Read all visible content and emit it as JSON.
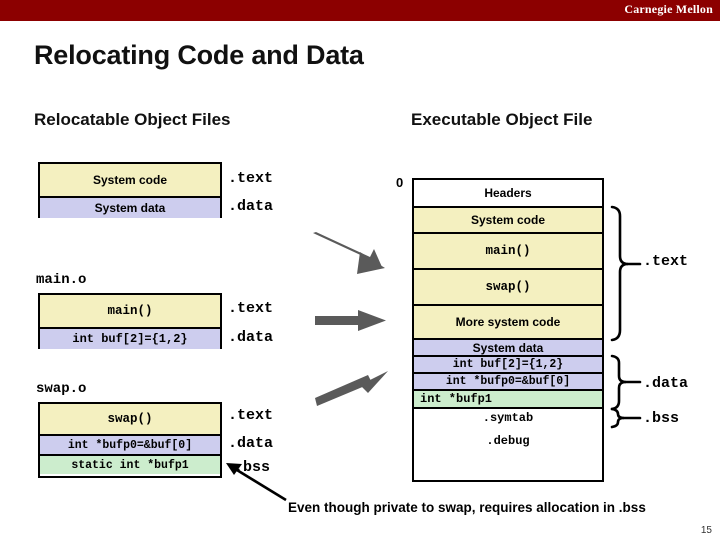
{
  "banner": {
    "brand": "Carnegie Mellon",
    "color": "#8C0000"
  },
  "slide": {
    "title": "Relocating Code and Data",
    "number": "15"
  },
  "columns": {
    "left_heading": "Relocatable Object Files",
    "right_heading": "Executable Object File"
  },
  "palette": {
    "code": "#F4F0C0",
    "data": "#CDCDEE",
    "bss": "#CCEDCD",
    "white": "#FFFFFF",
    "arrow_gray": "#5A5A5A",
    "outline": "#000000"
  },
  "system_obj": {
    "rows": [
      {
        "label": "System code",
        "fill": "code",
        "style": "sans"
      },
      {
        "label": "System data",
        "fill": "data",
        "style": "sans"
      }
    ],
    "section_labels": [
      ".text",
      ".data"
    ]
  },
  "main_obj": {
    "file": "main.o",
    "rows": [
      {
        "label": "main()",
        "fill": "code",
        "style": "mono"
      },
      {
        "label": "int buf[2]={1,2}",
        "fill": "data",
        "style": "mono"
      }
    ],
    "section_labels": [
      ".text",
      ".data"
    ]
  },
  "swap_obj": {
    "file": "swap.o",
    "rows": [
      {
        "label": "swap()",
        "fill": "code",
        "style": "mono"
      },
      {
        "label": "int *bufp0=&buf[0]",
        "fill": "data",
        "style": "mono"
      },
      {
        "label": "static int *bufp1",
        "fill": "bss",
        "style": "mono"
      }
    ],
    "section_labels": [
      ".text",
      ".data",
      ".bss"
    ]
  },
  "executable": {
    "origin_label": "0",
    "rows": [
      {
        "label": "Headers",
        "fill": "white",
        "style": "sans"
      },
      {
        "label": "System code",
        "fill": "code",
        "style": "sans"
      },
      {
        "label": "main()",
        "fill": "code",
        "style": "mono"
      },
      {
        "label": "swap()",
        "fill": "code",
        "style": "mono"
      },
      {
        "label": "More system code",
        "fill": "code",
        "style": "sans"
      },
      {
        "label": "System data",
        "fill": "data",
        "style": "sans"
      },
      {
        "label": "int buf[2]={1,2}",
        "fill": "data",
        "style": "mono"
      },
      {
        "label": "int *bufp0=&buf[0]",
        "fill": "data",
        "style": "mono"
      },
      {
        "label": "int *bufp1",
        "fill": "bss",
        "style": "mono"
      },
      {
        "label": ".symtab",
        "fill": "white",
        "style": "mono"
      },
      {
        "label": ".debug",
        "fill": "white",
        "style": "mono"
      }
    ],
    "brace_labels": [
      ".text",
      ".data",
      ".bss"
    ]
  },
  "caption": {
    "text": "Even though private to swap, requires allocation in .bss"
  }
}
